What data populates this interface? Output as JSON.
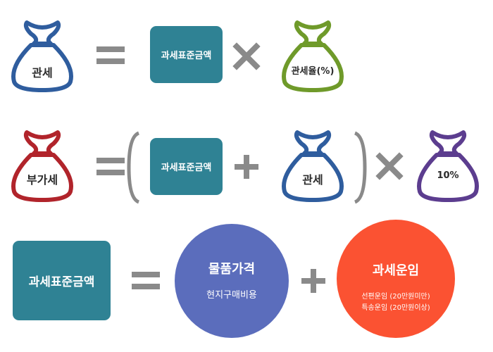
{
  "colors": {
    "blue_bag": "#2f5d9e",
    "green_bag": "#6f9a2a",
    "red_bag": "#b1242b",
    "purple_bag": "#5c3d8f",
    "teal_box": "#2f8294",
    "operator": "#8a8a8a",
    "circle_purple": "#5b6dbc",
    "circle_orange": "#fb5232"
  },
  "row1": {
    "bag_left": "관세",
    "box": "과세표준금액",
    "bag_right": "관세율(%)"
  },
  "row2": {
    "bag_left": "부가세",
    "box": "과세표준금액",
    "bag_mid": "관세",
    "bag_right": "10%"
  },
  "row3": {
    "box": "과세표준금액",
    "circle1": {
      "title": "물품가격",
      "sub": "현지구매비용"
    },
    "circle2": {
      "title": "과세운임",
      "sub1": "선편운임 (20만원미만)",
      "sub2": "특송운임 (20만원이상)"
    }
  },
  "icons": {
    "money_bag": "money-bag-icon",
    "equals": "equals-icon",
    "times": "times-icon",
    "plus": "plus-icon",
    "paren_left": "left-parenthesis",
    "paren_right": "right-parenthesis"
  }
}
